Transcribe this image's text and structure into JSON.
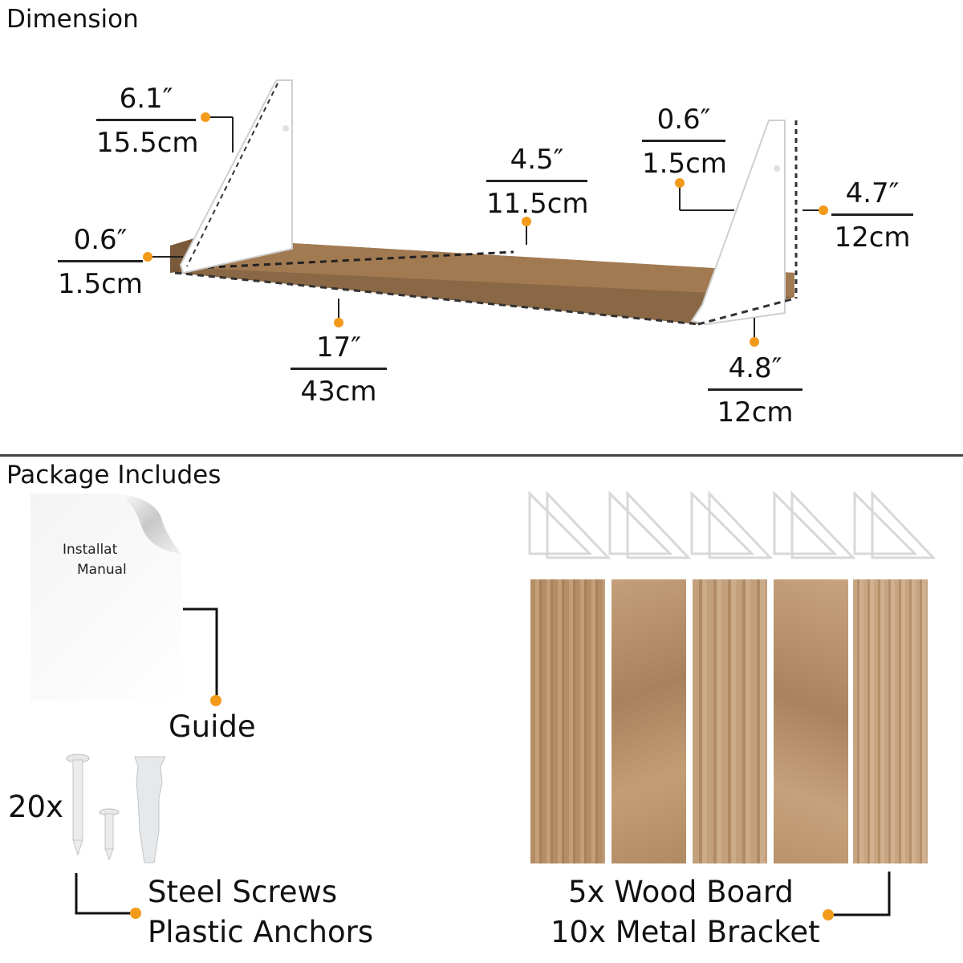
{
  "dimension": {
    "title": "Dimension",
    "labels": [
      {
        "id": "bracket-length",
        "imperial": "6.1″",
        "metric": "15.5cm"
      },
      {
        "id": "board-thickness",
        "imperial": "0.6″",
        "metric": "1.5cm"
      },
      {
        "id": "board-length",
        "imperial": "17″",
        "metric": "43cm"
      },
      {
        "id": "bracket-spacing",
        "imperial": "4.5″",
        "metric": "11.5cm"
      },
      {
        "id": "bracket-width",
        "imperial": "0.6″",
        "metric": "1.5cm"
      },
      {
        "id": "bracket-height",
        "imperial": "4.7″",
        "metric": "12cm"
      },
      {
        "id": "board-depth",
        "imperial": "4.8″",
        "metric": "12cm"
      }
    ]
  },
  "package": {
    "title": "Package Includes",
    "manual": {
      "line1": "Installat",
      "line2": "Manual",
      "caption": "Guide"
    },
    "hardware": {
      "count": "20x",
      "line1": "Steel Screws",
      "line2": "Plastic Anchors"
    },
    "shelves": {
      "line1": "5x Wood Board",
      "line2": "10x Metal Bracket",
      "board_count": 5,
      "bracket_pairs": 5
    }
  },
  "colors": {
    "accent": "#f39a1b",
    "wood": "#b08a62",
    "line": "#222222"
  }
}
